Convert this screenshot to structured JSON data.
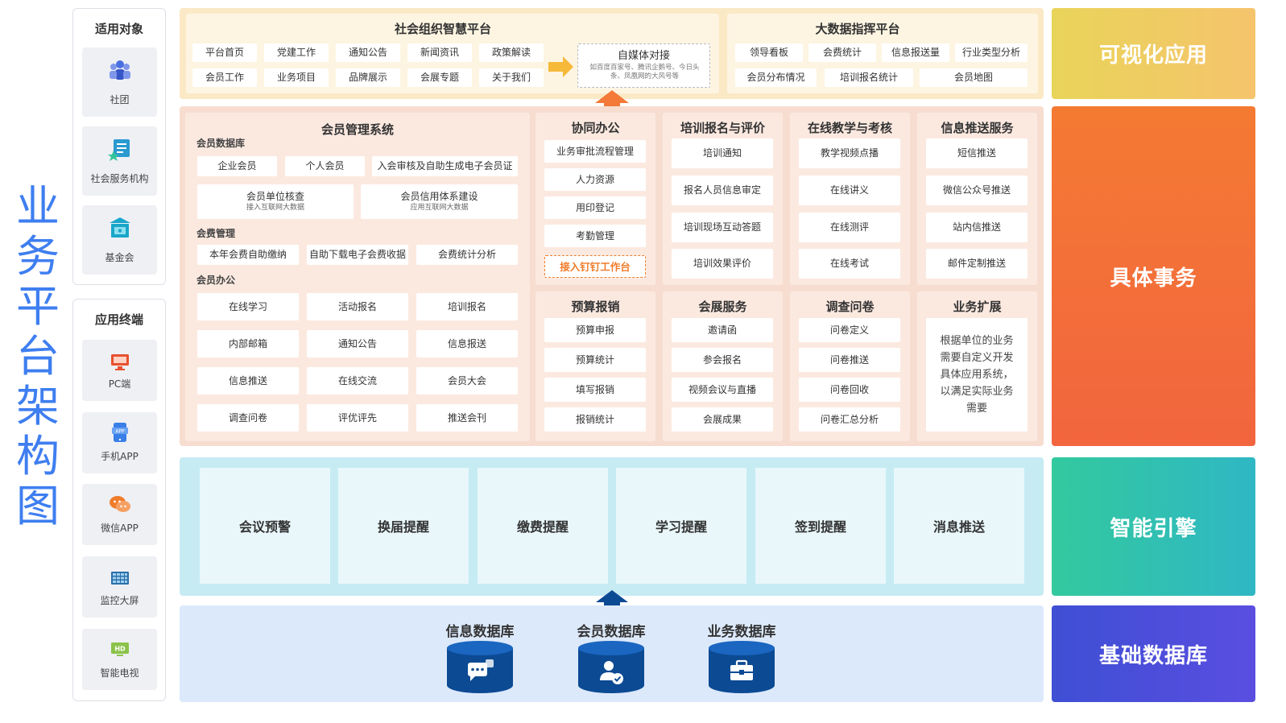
{
  "title_chars": [
    "业",
    "务",
    "平",
    "台",
    "架",
    "构",
    "图"
  ],
  "applicable": {
    "title": "适用对象",
    "items": [
      {
        "label": "社团",
        "icon": "group-icon"
      },
      {
        "label": "社会服务机构",
        "icon": "service-card-icon"
      },
      {
        "label": "基金会",
        "icon": "bank-icon"
      }
    ]
  },
  "terminals": {
    "title": "应用终端",
    "items": [
      {
        "label": "PC端",
        "icon": "monitor-icon"
      },
      {
        "label": "手机APP",
        "icon": "app-icon"
      },
      {
        "label": "微信APP",
        "icon": "wechat-icon"
      },
      {
        "label": "监控大屏",
        "icon": "big-screen-icon"
      },
      {
        "label": "智能电视",
        "icon": "hd-tv-icon"
      }
    ]
  },
  "top": {
    "smart_platform": {
      "title": "社会组织智慧平台",
      "items": [
        "平台首页",
        "党建工作",
        "通知公告",
        "新闻资讯",
        "政策解读",
        "会员工作",
        "业务项目",
        "品牌展示",
        "会展专题",
        "关于我们"
      ],
      "media": {
        "title": "自媒体对接",
        "desc": "如百度百家号、腾讯企鹅号、今日头条、凤凰网的大风号等"
      }
    },
    "bigdata": {
      "title": "大数据指挥平台",
      "items": [
        "领导看板",
        "会费统计",
        "信息报送量",
        "行业类型分析",
        "会员分布情况",
        "培训报名统计",
        "会员地图"
      ]
    }
  },
  "member_system": {
    "title": "会员管理系统",
    "db_label": "会员数据库",
    "db_items": [
      "企业会员",
      "个人会员",
      "入会审核及自助生成电子会员证"
    ],
    "db_items2": [
      {
        "title": "会员单位核查",
        "sub": "接入互联网大数据"
      },
      {
        "title": "会员信用体系建设",
        "sub": "应用互联网大数据"
      }
    ],
    "fee_label": "会费管理",
    "fee_items": [
      "本年会费自助缴纳",
      "自助下载电子会费收据",
      "会费统计分析"
    ],
    "office_label": "会员办公",
    "office_items": [
      "在线学习",
      "活动报名",
      "培训报名",
      "内部邮箱",
      "通知公告",
      "信息报送",
      "信息推送",
      "在线交流",
      "会员大会",
      "调查问卷",
      "评优评先",
      "推送会刊"
    ]
  },
  "modules_top": [
    {
      "title": "协同办公",
      "items": [
        "业务审批流程管理",
        "人力资源",
        "用印登记",
        "考勤管理"
      ],
      "highlight": "接入钉钉工作台"
    },
    {
      "title": "培训报名与评价",
      "items": [
        "培训通知",
        "报名人员信息审定",
        "培训现场互动答题",
        "培训效果评价"
      ]
    },
    {
      "title": "在线教学与考核",
      "items": [
        "教学视频点播",
        "在线讲义",
        "在线测评",
        "在线考试"
      ]
    },
    {
      "title": "信息推送服务",
      "items": [
        "短信推送",
        "微信公众号推送",
        "站内信推送",
        "邮件定制推送"
      ]
    }
  ],
  "modules_bottom": [
    {
      "title": "预算报销",
      "items": [
        "预算申报",
        "预算统计",
        "填写报销",
        "报销统计"
      ]
    },
    {
      "title": "会展服务",
      "items": [
        "邀请函",
        "参会报名",
        "视频会议与直播",
        "会展成果"
      ]
    },
    {
      "title": "调查问卷",
      "items": [
        "问卷定义",
        "问卷推送",
        "问卷回收",
        "问卷汇总分析"
      ]
    }
  ],
  "extension": {
    "title": "业务扩展",
    "desc": "根据单位的业务需要自定义开发具体应用系统，以满足实际业务需要"
  },
  "engine": [
    "会议预警",
    "换届提醒",
    "缴费提醒",
    "学习提醒",
    "签到提醒",
    "消息推送"
  ],
  "databases": [
    {
      "label": "信息数据库",
      "icon": "chat-icon"
    },
    {
      "label": "会员数据库",
      "icon": "user-check-icon"
    },
    {
      "label": "业务数据库",
      "icon": "briefcase-icon"
    }
  ],
  "layers": [
    "可视化应用",
    "具体事务",
    "智能引擎",
    "基础数据库"
  ],
  "colors": {
    "title_blue": "#3e7ef0",
    "orange_highlight": "#f07c2a",
    "db_navy": "#0c4a93",
    "layer_visual": "#e8d35a",
    "layer_tasks": "#f06a38",
    "layer_engine": "#33c3a8",
    "layer_db": "#4a4ad6"
  }
}
